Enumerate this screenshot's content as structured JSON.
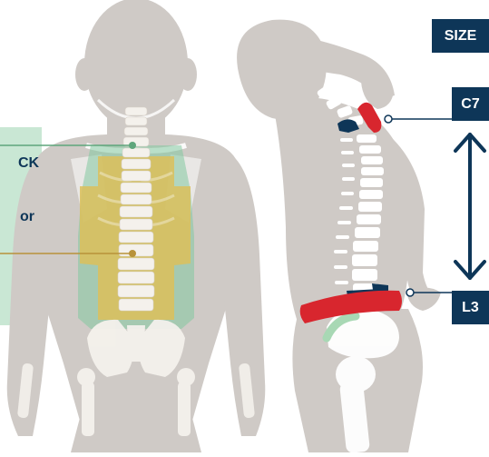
{
  "diagram": {
    "labels": {
      "size": "SIZE",
      "c7": "C7",
      "l3": "L3",
      "left_text_top": "CK",
      "left_text_bottom": "or"
    },
    "colors": {
      "body": "#cfcac6",
      "bone": "#ffffff",
      "navy": "#0e3658",
      "red": "#d8262e",
      "green_zone": "#bfe3cc",
      "green_strong": "#84c9a0",
      "gold_zone": "#dcbf5a",
      "green_line": "#5fa67c",
      "gold_line": "#b8923a"
    }
  }
}
